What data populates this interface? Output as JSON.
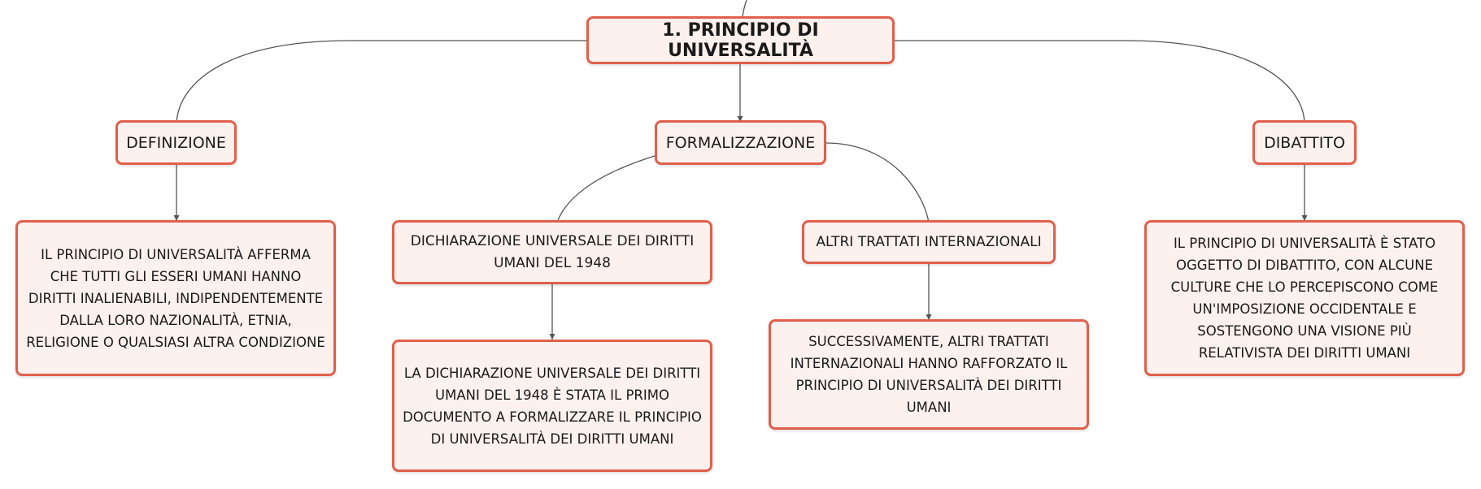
{
  "root": "1. PRINCIPIO DI UNIVERSALITÀ",
  "branches": {
    "definizione": {
      "label": "DEFINIZIONE",
      "text": "IL PRINCIPIO DI UNIVERSALITÀ AFFERMA CHE TUTTI GLI ESSERI UMANI HANNO DIRITTI INALIENABILI, INDIPENDENTEMENTE DALLA LORO NAZIONALITÀ, ETNIA, RELIGIONE O QUALSIASI ALTRA CONDIZIONE"
    },
    "formalizzazione": {
      "label": "FORMALIZZAZIONE",
      "dichiarazione": {
        "label": "DICHIARAZIONE UNIVERSALE DEI DIRITTI UMANI DEL 1948",
        "text": "LA DICHIARAZIONE UNIVERSALE DEI DIRITTI UMANI DEL 1948 È STATA IL PRIMO DOCUMENTO A FORMALIZZARE IL PRINCIPIO DI UNIVERSALITÀ DEI DIRITTI UMANI"
      },
      "trattati": {
        "label": "ALTRI TRATTATI INTERNAZIONALI",
        "text": "SUCCESSIVAMENTE, ALTRI TRATTATI INTERNAZIONALI HANNO RAFFORZATO IL PRINCIPIO DI UNIVERSALITÀ DEI DIRITTI UMANI"
      }
    },
    "dibattito": {
      "label": "DIBATTITO",
      "text": "IL PRINCIPIO DI UNIVERSALITÀ È STATO OGGETTO DI DIBATTITO, CON ALCUNE CULTURE CHE LO PERCEPISCONO COME UN'IMPOSIZIONE OCCIDENTALE E SOSTENGONO UNA VISIONE PIÙ RELATIVISTA DEI DIRITTI UMANI"
    }
  },
  "colors": {
    "node_border": "#e0604c",
    "node_fill": "#fdf1ee",
    "connector": "#555555"
  }
}
